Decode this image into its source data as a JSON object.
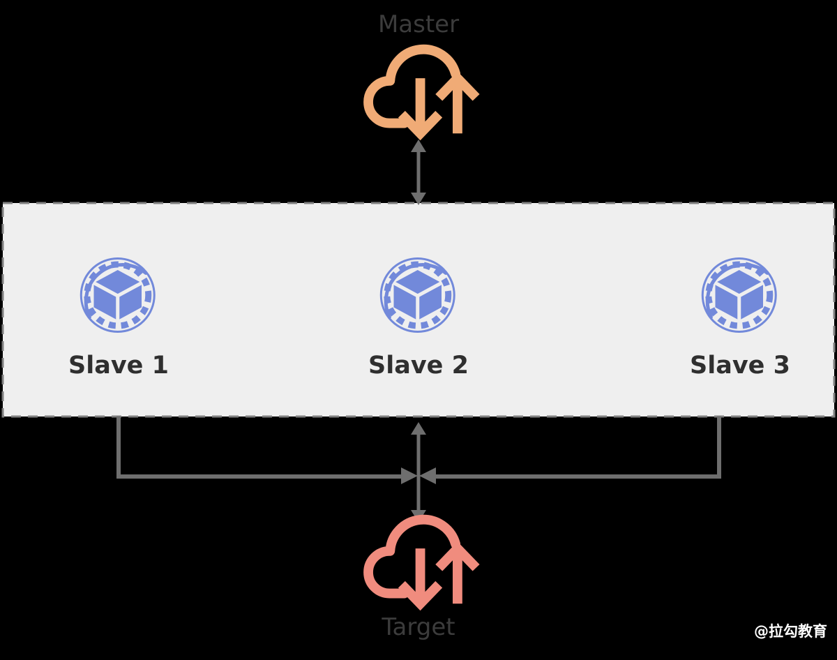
{
  "diagram": {
    "title": "Master / Slave / Target replication topology",
    "background_color": "#000000",
    "master": {
      "label": "Master",
      "icon": "cloud-transfer-icon",
      "color": "#F0AB76",
      "label_color": "#3c3c3c"
    },
    "target": {
      "label": "Target",
      "icon": "cloud-transfer-icon",
      "color": "#F08C7E",
      "label_color": "#3c3c3c"
    },
    "slave_group": {
      "name": "slave-cluster",
      "fill_color": "#EFEFEF",
      "border_color": "#808080",
      "border_style": "dashed",
      "nodes": [
        {
          "label": "Slave 1",
          "icon": "cube-node-icon",
          "color": "#7289DA"
        },
        {
          "label": "Slave 2",
          "icon": "cube-node-icon",
          "color": "#7289DA"
        },
        {
          "label": "Slave 3",
          "icon": "cube-node-icon",
          "color": "#7289DA"
        }
      ]
    },
    "connectors": {
      "color": "#6E6E6E",
      "master_link": "bidirectional-arrow",
      "target_link": "bidirectional-arrow",
      "bracket": "slave-aggregation-bracket"
    },
    "watermark": "@拉勾教育"
  }
}
